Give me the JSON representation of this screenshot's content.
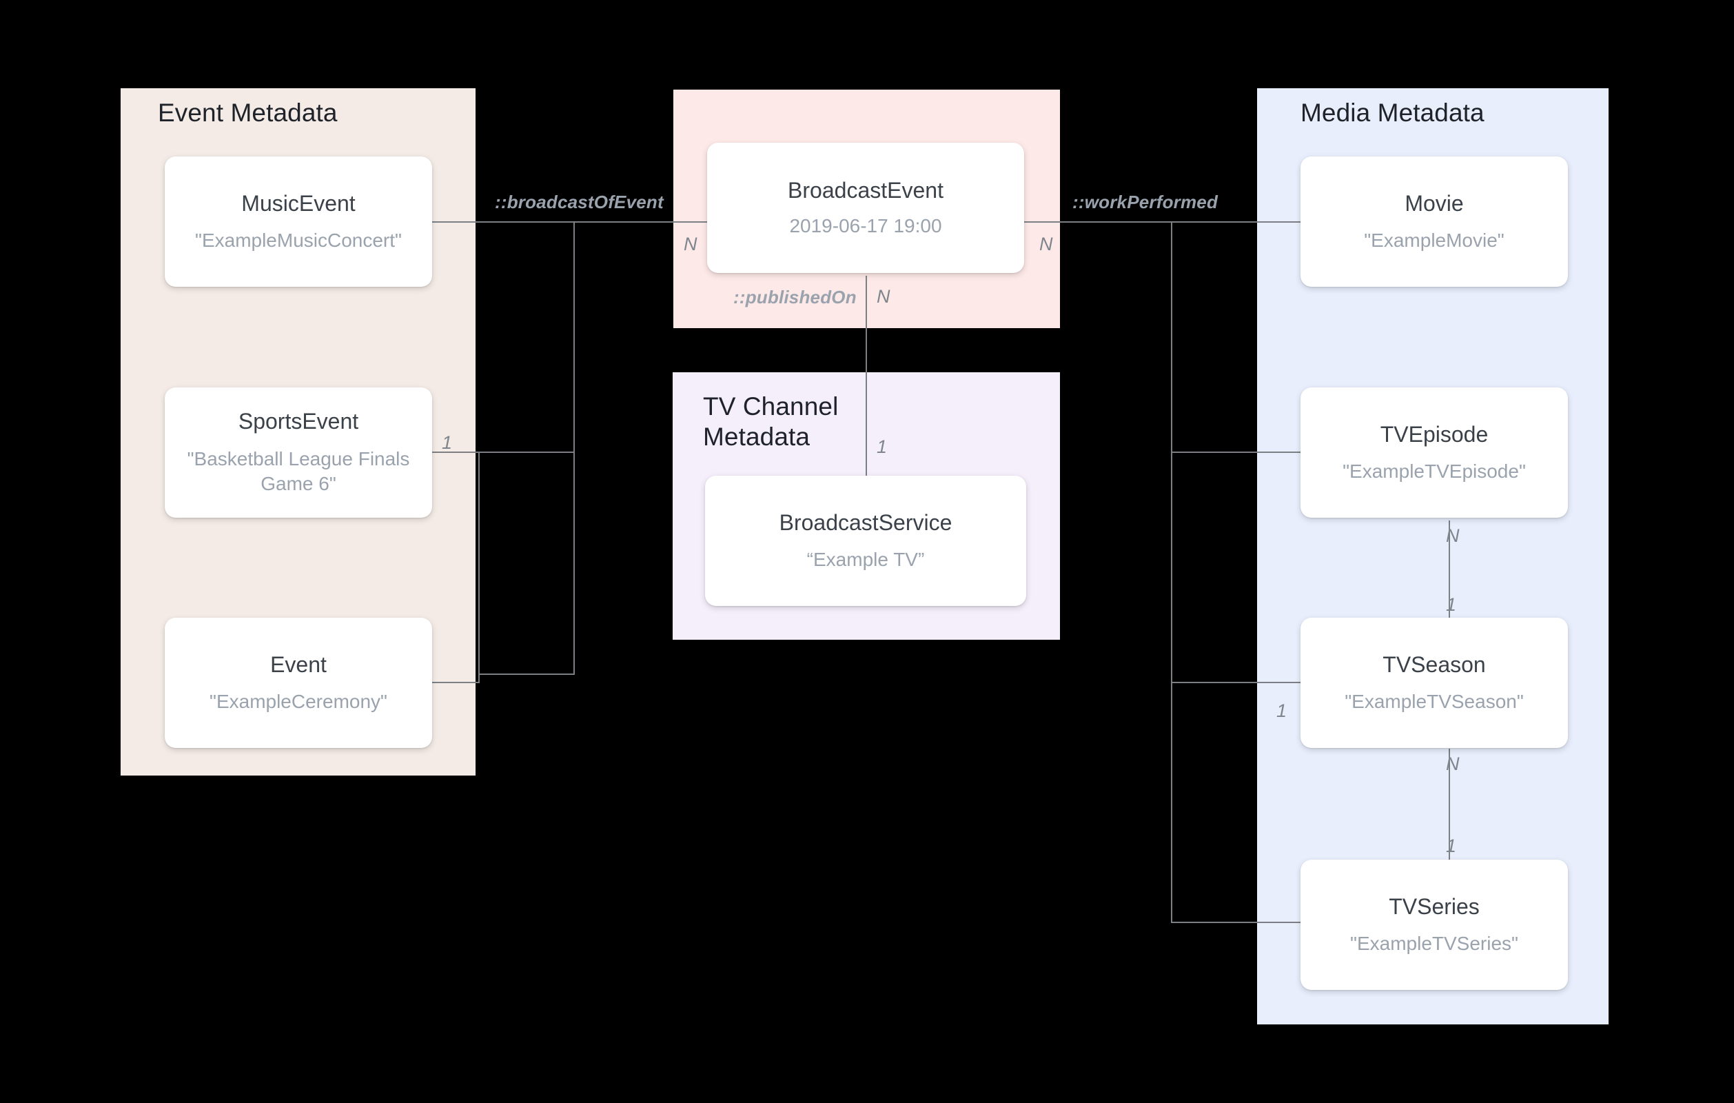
{
  "diagram": {
    "title": "Broadcast schema entity relationship diagram",
    "colors": {
      "background": "#000000",
      "event_group": "#f4ebe6",
      "broadcast_group": "#fde9e7",
      "tvchannel_group": "#f5eefb",
      "media_group": "#e8eefc",
      "card": "#ffffff",
      "card_type_text": "#3b4149",
      "card_value_text": "#9aa3ad",
      "connector": "#7c8085",
      "group_title_text": "#1f2329"
    }
  },
  "groups": {
    "event": {
      "title": "Event Metadata"
    },
    "broadcast": {
      "title": ""
    },
    "tvchannel": {
      "title": "TV Channel Metadata",
      "title_line1": "TV Channel",
      "title_line2": "Metadata"
    },
    "media": {
      "title": "Media Metadata"
    }
  },
  "entities": {
    "music_event": {
      "type": "MusicEvent",
      "value": "\"ExampleMusicConcert\""
    },
    "sports_event": {
      "type": "SportsEvent",
      "value": "\"Basketball League Finals Game 6\""
    },
    "event": {
      "type": "Event",
      "value": "\"ExampleCeremony\""
    },
    "broadcast_event": {
      "type": "BroadcastEvent",
      "value": "2019-06-17 19:00"
    },
    "broadcast_service": {
      "type": "BroadcastService",
      "value": "“Example TV”"
    },
    "movie": {
      "type": "Movie",
      "value": "\"ExampleMovie\""
    },
    "tv_episode": {
      "type": "TVEpisode",
      "value": "\"ExampleTVEpisode\""
    },
    "tv_season": {
      "type": "TVSeason",
      "value": "\"ExampleTVSeason\""
    },
    "tv_series": {
      "type": "TVSeries",
      "value": "\"ExampleTVSeries\""
    }
  },
  "relations": {
    "broadcast_of_event": {
      "name": "::broadcastOfEvent",
      "source_card": "1",
      "target_card": "N"
    },
    "published_on": {
      "name": "::publishedOn",
      "source_card": "N",
      "target_card": "1"
    },
    "work_performed": {
      "name": "::workPerformed",
      "source_card": "N",
      "target_card": "1"
    },
    "episode_season": {
      "source_card": "N",
      "target_card": "1"
    },
    "season_series": {
      "source_card": "N",
      "target_card": "1"
    }
  },
  "cardinality_labels": {
    "broadcast_left_n": "N",
    "event_left_1": "1",
    "published_on_n": "N",
    "published_on_1": "1",
    "work_performed_n": "N",
    "media_left_1": "1",
    "episode_n": "N",
    "season_1": "1",
    "season_n": "N",
    "series_1": "1"
  }
}
